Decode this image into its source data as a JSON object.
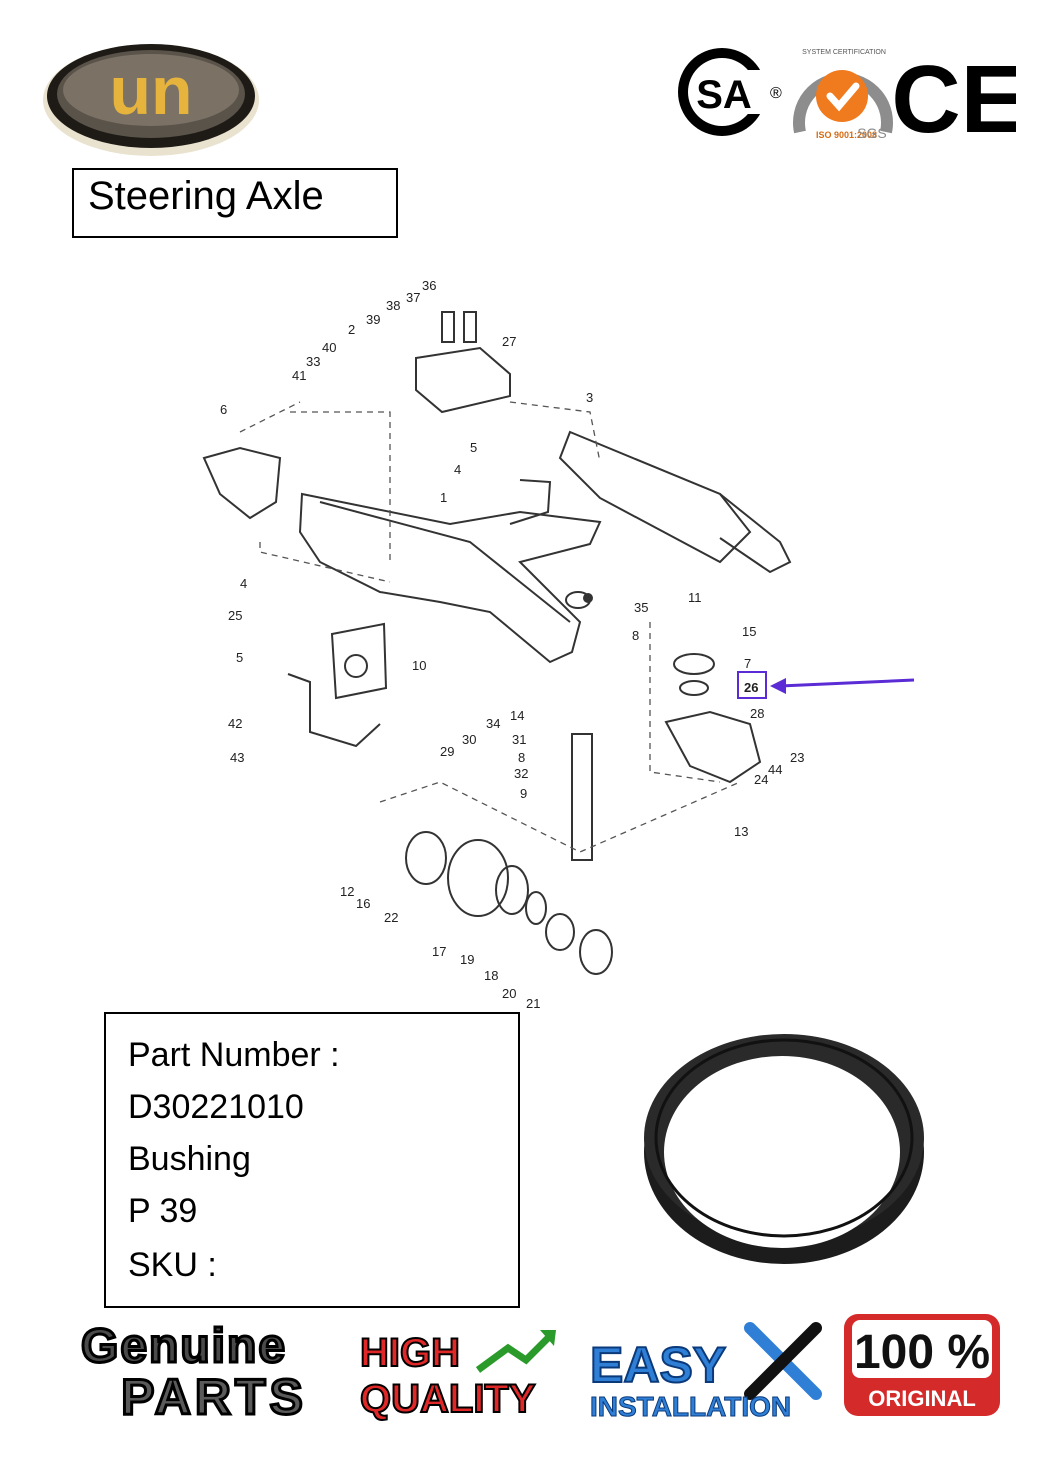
{
  "brand": {
    "logo_text": "un"
  },
  "certifications": {
    "csa_text": "SA",
    "csa_registered": "®",
    "sgs_ring_text": "SYSTEM CERTIFICATION",
    "sgs_iso_text": "ISO 9001:2008",
    "sgs_text": "SGS",
    "ce_text": "CE"
  },
  "title": "Steering Axle",
  "diagram": {
    "callouts": [
      "36",
      "37",
      "38",
      "39",
      "2",
      "40",
      "33",
      "41",
      "27",
      "3",
      "6",
      "5",
      "4",
      "1",
      "35",
      "11",
      "8",
      "25",
      "4",
      "5",
      "10",
      "15",
      "7",
      "26",
      "28",
      "42",
      "43",
      "29",
      "30",
      "34",
      "14",
      "31",
      "8",
      "32",
      "9",
      "23",
      "44",
      "24",
      "13",
      "12",
      "16",
      "22",
      "17",
      "19",
      "18",
      "20",
      "21"
    ],
    "highlighted_callout": "26",
    "arrow_color": "#5b2bd6"
  },
  "part_info": {
    "part_number_label": "Part Number :",
    "part_number": "D30221010",
    "name": "Bushing",
    "page": "P 39",
    "sku_label": "SKU :"
  },
  "badges": {
    "genuine_line1": "Genuine",
    "genuine_line2": "PARTS",
    "high_quality_line1": "HIGH",
    "high_quality_line2": "QUALITY",
    "easy_line1": "EASY",
    "easy_line2": "INSTALLATION",
    "original_line1": "100 %",
    "original_line2": "ORIGINAL"
  }
}
